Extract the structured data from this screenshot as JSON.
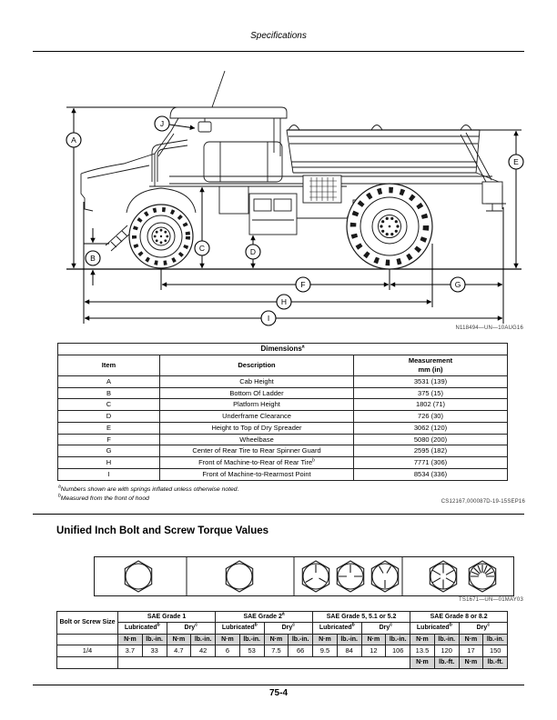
{
  "page": {
    "header_title": "Specifications",
    "page_number": "75-4"
  },
  "diagram": {
    "code": "N118494—UN—10AUG16",
    "callouts": {
      "A": "A",
      "B": "B",
      "C": "C",
      "D": "D",
      "E": "E",
      "F": "F",
      "G": "G",
      "H": "H",
      "I": "I",
      "J": "J"
    }
  },
  "dimensions_table": {
    "title": "Dimensions",
    "title_sup": "a",
    "col_item": "Item",
    "col_description": "Description",
    "col_measurement_line1": "Measurement",
    "col_measurement_line2": "mm (in)",
    "rows": [
      {
        "item": "A",
        "description": "Cab Height",
        "measurement": "3531 (139)"
      },
      {
        "item": "B",
        "description": "Bottom Of Ladder",
        "measurement": "375 (15)"
      },
      {
        "item": "C",
        "description": "Platform Height",
        "measurement": "1802 (71)"
      },
      {
        "item": "D",
        "description": "Underframe Clearance",
        "measurement": "726 (30)"
      },
      {
        "item": "E",
        "description": "Height to Top of Dry Spreader",
        "measurement": "3062 (120)"
      },
      {
        "item": "F",
        "description": "Wheelbase",
        "measurement": "5080 (200)"
      },
      {
        "item": "G",
        "description": "Center of Rear Tire to Rear Spinner Guard",
        "measurement": "2595 (182)"
      },
      {
        "item": "H",
        "description": "Front of Machine-to-Rear of Rear Tire",
        "sup": "b",
        "measurement": "7771 (306)"
      },
      {
        "item": "I",
        "description": "Front of Machine-to-Rearmost Point",
        "measurement": "8534 (336)"
      }
    ],
    "footnotes": [
      {
        "sup": "a",
        "text": "Numbers shown are with springs inflated unless otherwise noted."
      },
      {
        "sup": "b",
        "text": "Measured from the front of hood"
      }
    ],
    "doc_code": "CS12167,000087D-19-15SEP16"
  },
  "torque_section": {
    "heading": "Unified Inch Bolt and Screw Torque Values",
    "image_code": "TS1671—UN—01MAY03",
    "size_header": "Bolt or Screw Size",
    "grades": [
      {
        "label": "SAE Grade 1",
        "sup": "",
        "lub": "Lubricated",
        "lub_sup": "b",
        "dry": "Dry",
        "dry_sup": "c"
      },
      {
        "label": "SAE Grade 2",
        "sup": "a",
        "lub": "Lubricated",
        "lub_sup": "b",
        "dry": "Dry",
        "dry_sup": "c"
      },
      {
        "label": "SAE Grade 5, 5.1 or 5.2",
        "sup": "",
        "lub": "Lubricated",
        "lub_sup": "b",
        "dry": "Dry",
        "dry_sup": "c"
      },
      {
        "label": "SAE Grade 8 or 8.2",
        "sup": "",
        "lub": "Lubricated",
        "lub_sup": "b",
        "dry": "Dry",
        "dry_sup": "c"
      }
    ],
    "units": [
      "N·m",
      "lb.-in.",
      "N·m",
      "lb.-in.",
      "N·m",
      "lb.-in.",
      "N·m",
      "lb.-in.",
      "N·m",
      "lb.-in.",
      "N·m",
      "lb.-in.",
      "N·m",
      "lb.-in.",
      "N·m",
      "lb.-in."
    ],
    "row": {
      "size": "1/4",
      "values": [
        "3.7",
        "33",
        "4.7",
        "42",
        "6",
        "53",
        "7.5",
        "66",
        "9.5",
        "84",
        "12",
        "106",
        "13.5",
        "120",
        "17",
        "150"
      ]
    },
    "bottom_units": [
      "N·m",
      "lb.-ft.",
      "N·m",
      "lb.-ft."
    ]
  }
}
